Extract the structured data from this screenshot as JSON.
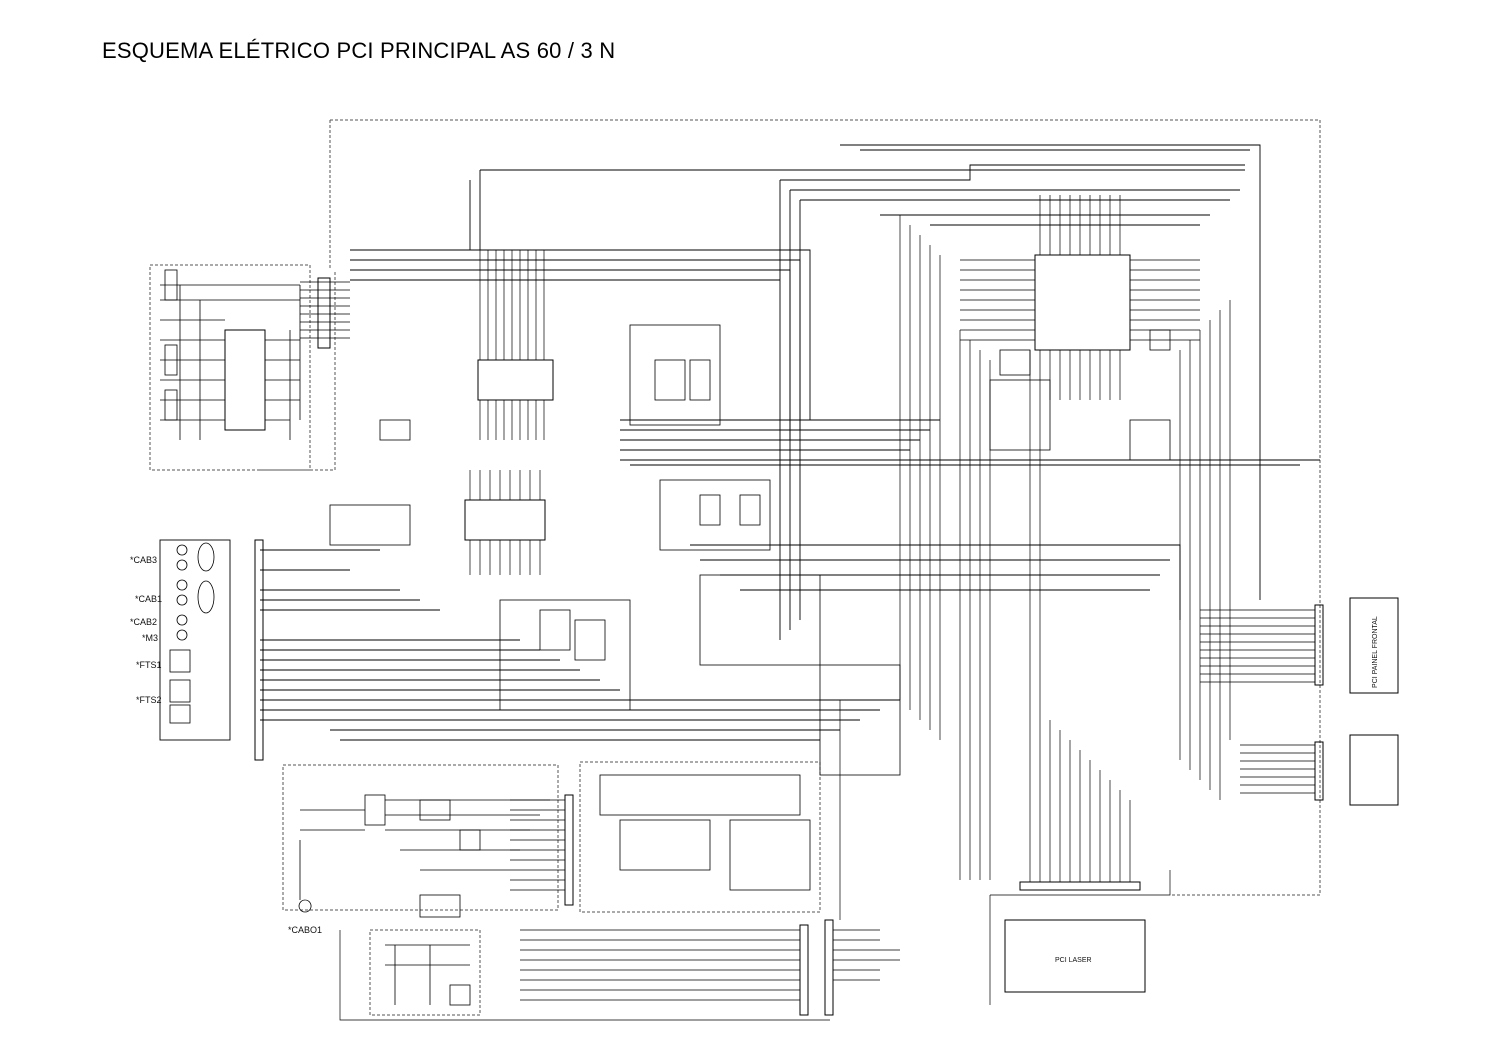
{
  "title": "ESQUEMA ELÉTRICO PCI PRINCIPAL AS 60 / 3 N",
  "connector_labels": {
    "cab3": "*CAB3",
    "cab1": "*CAB1",
    "cab2": "*CAB2",
    "m3": "*M3",
    "fts1": "*FTS1",
    "fts2": "*FTS2",
    "cabo1": "*CABO1"
  },
  "board_labels": {
    "painel_frontal": "PCI PAINEL FRONTAL",
    "laser": "PCI LASER"
  }
}
